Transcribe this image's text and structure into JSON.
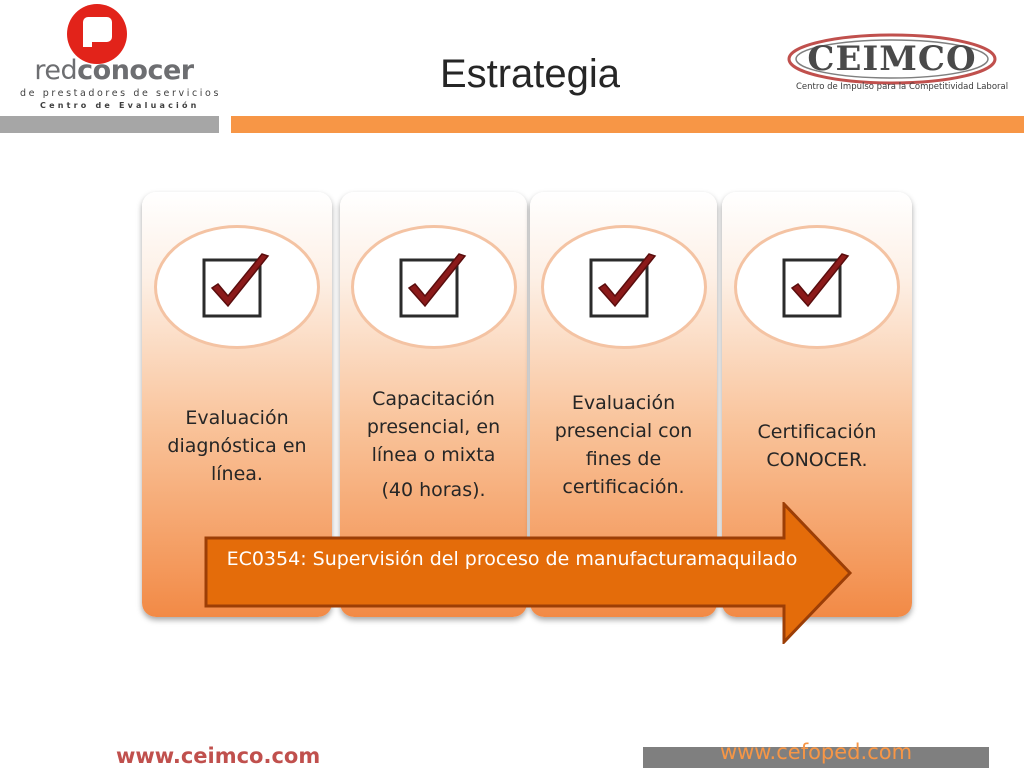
{
  "header": {
    "title": "Estrategia",
    "logo_left": {
      "brand_red": "red",
      "brand_conocer": "conocer",
      "tagline": "de prestadores de servicios",
      "subtagline": "Centro de Evaluación"
    },
    "logo_right": {
      "wordmark": "CEIMCO",
      "tagline": "Centro de Impulso para la Competitividad Laboral"
    }
  },
  "steps": [
    {
      "label": "Evaluación diagnóstica en línea.",
      "sublabel": ""
    },
    {
      "label": "Capacitación presencial, en línea o  mixta",
      "sublabel": "(40 horas)."
    },
    {
      "label": "Evaluación presencial con fines de certificación.",
      "sublabel": ""
    },
    {
      "label": "Certificación CONOCER.",
      "sublabel": ""
    }
  ],
  "arrow": {
    "text": "EC0354:  Supervisión del proceso de manufacturamaquilado"
  },
  "footer": {
    "left_url": "www.ceimco.com",
    "right_url": "www.cefoped.com"
  },
  "colors": {
    "accent_orange": "#f79646",
    "arrow_fill": "#e46c0a",
    "arrow_border": "#9c3e06",
    "brand_red": "#e2231a",
    "check_red": "#8b1a1a"
  },
  "icons": [
    "checkbox-checked-icon"
  ]
}
